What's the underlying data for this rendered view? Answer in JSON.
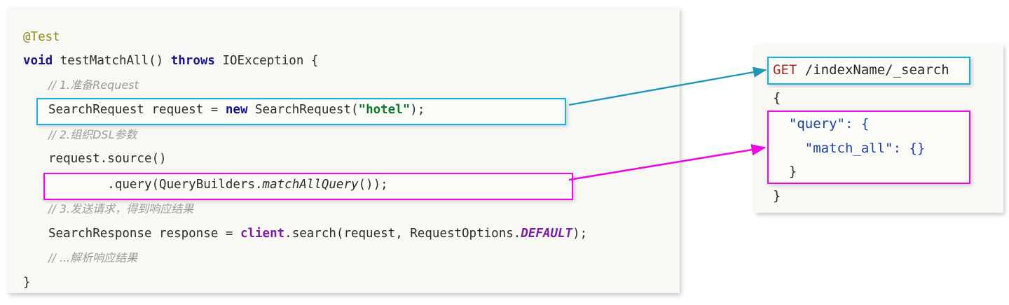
{
  "code_panel": {
    "lines": [
      {
        "id": "annotation",
        "text": "@Test"
      },
      {
        "id": "signature",
        "text": "void testMatchAll() throws IOException {"
      },
      {
        "id": "comment-1",
        "text": "// 1.准备Request"
      },
      {
        "id": "search-request",
        "text": "SearchRequest request = new SearchRequest(\"hotel\");"
      },
      {
        "id": "comment-2",
        "text": "// 2.组织DSL参数"
      },
      {
        "id": "source-call",
        "text": "request.source()"
      },
      {
        "id": "query-call",
        "text": ".query(QueryBuilders.matchAllQuery());"
      },
      {
        "id": "comment-3",
        "text": "// 3.发送请求，得到响应结果"
      },
      {
        "id": "search-response",
        "text": "SearchResponse response = client.search(request, RequestOptions.DEFAULT);"
      },
      {
        "id": "comment-4",
        "text": "// ...解析响应结果"
      },
      {
        "id": "closing-brace",
        "text": "}"
      }
    ],
    "tokens": {
      "annotation": "@Test",
      "kw_void": "void",
      "method_name": " testMatchAll() ",
      "kw_throws": "throws",
      "exception": " IOException {",
      "comment_1": "// 1.准备Request",
      "sr_pre": "SearchRequest request = ",
      "kw_new": "new",
      "sr_mid": " SearchRequest(",
      "sr_str": "\"hotel\"",
      "sr_post": ");",
      "comment_2": "// 2.组织DSL参数",
      "source_call": "request.source()",
      "q_pre": "        .query(QueryBuilders.",
      "q_mth": "matchAllQuery",
      "q_post": "());",
      "comment_3": "// 3.发送请求，得到响应结果",
      "resp_pre": "SearchResponse response = ",
      "resp_client": "client",
      "resp_mid": ".search(request, RequestOptions.",
      "resp_const": "DEFAULT",
      "resp_post": ");",
      "comment_4": "// ...解析响应结果",
      "closing_brace": "}"
    }
  },
  "dsl_panel": {
    "request_line": {
      "verb": "GET",
      "path": " /indexName/_search"
    },
    "open_brace": "{",
    "query_key": "  \"query\": {",
    "match_all_key": "    \"match_all\": {}",
    "query_close": "  }",
    "close_brace": "}"
  },
  "colors": {
    "highlight_cyan": "#15b0e8",
    "highlight_magenta": "#ec0ae0",
    "panel_background": "#f8f9f4",
    "keyword": "#15158c",
    "string": "#0a7a2a",
    "annotation": "#8a8a18",
    "field": "#7b1fa2",
    "comment": "#9b9b9b",
    "http_verb": "#b02727",
    "json_key": "#1a3fa0"
  }
}
